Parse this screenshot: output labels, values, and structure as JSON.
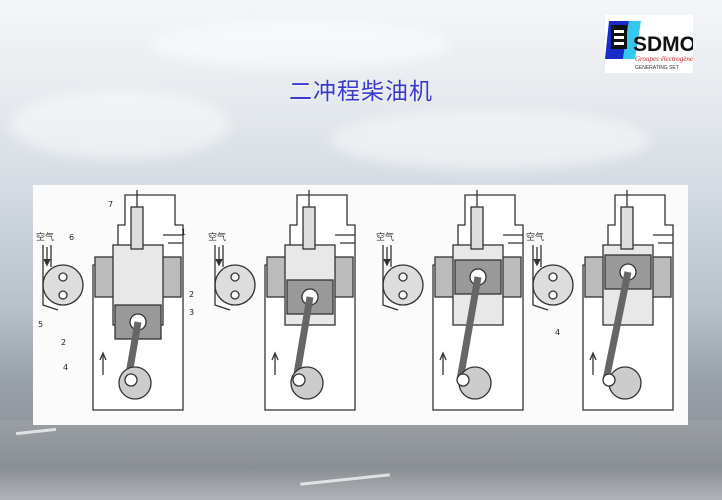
{
  "slide": {
    "title": "二冲程柴油机",
    "logo": {
      "brand": "SDMO",
      "tagline": "Groupes électrogènes",
      "subtitle": "GENERATING SET",
      "colors": {
        "blue": "#1a2cc8",
        "cyan": "#33c8f0",
        "red": "#d01818",
        "black": "#111111"
      }
    }
  },
  "diagram": {
    "air_label": "空气",
    "stages": [
      {
        "labels": [
          "7",
          "1",
          "6",
          "2",
          "3",
          "5",
          "2",
          "4"
        ]
      },
      {
        "labels": []
      },
      {
        "labels": []
      },
      {
        "labels": [
          "4"
        ]
      }
    ]
  }
}
